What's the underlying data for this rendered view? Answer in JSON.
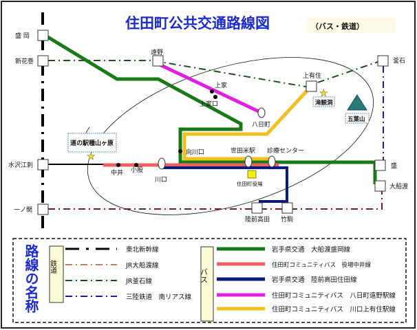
{
  "title": "住田町公共交通路線図",
  "subtitle": "（バス・鉄道）",
  "stations": {
    "morioka": "盛 岡",
    "shinhanamaki": "新花巻",
    "tono": "遠野",
    "kamiarisu": "上有住",
    "kamaishi": "釜石",
    "mizusawaesashi": "水沢江刺",
    "ichinoseki": "一ノ関",
    "sakari": "盛",
    "ofunato": "大船渡",
    "rikuzentakata": "陸前高田",
    "takekoma": "竹駒"
  },
  "stops": {
    "kamiie": "上家",
    "kamiieguchi": "上家口",
    "yokamachi": "八日町",
    "mukaikawaguchi": "向川口",
    "setamai": "世田米駅",
    "shinryo": "診療センター",
    "kawaguchi": "川口",
    "nakai": "中井",
    "komata": "小股",
    "townhall": "住田町役場"
  },
  "landmarks": {
    "michinoeki": "道の駅種山ヶ原",
    "rokando": "滝観洞",
    "goyozan": "五葉山"
  },
  "legend": {
    "heading": "路線の名称",
    "rail_group": "鉄道",
    "bus_group": "バス",
    "rail": [
      {
        "label": "東北新幹線",
        "color": "#000000"
      },
      {
        "label": "JR大船渡線",
        "color": "#a0522d"
      },
      {
        "label": "JR釜石線",
        "color": "#1e4d1e"
      },
      {
        "label": "三陸鉄道　南リアス線",
        "color": "#1a1aa0"
      }
    ],
    "bus": [
      {
        "label": "岩手県交通　大船渡盛岡線",
        "color": "#1a7a1a"
      },
      {
        "label": "住田町コミュニティバス　役場中井線",
        "color": "#ee6060"
      },
      {
        "label": "岩手県交通　陸前高田住田線",
        "color": "#0a1a7a"
      },
      {
        "label": "住田町コミュニティバス　八日町遠野駅線",
        "color": "#e020e0"
      },
      {
        "label": "住田町コミュニティバス　川口上有住駅線",
        "color": "#f0c020"
      }
    ]
  }
}
